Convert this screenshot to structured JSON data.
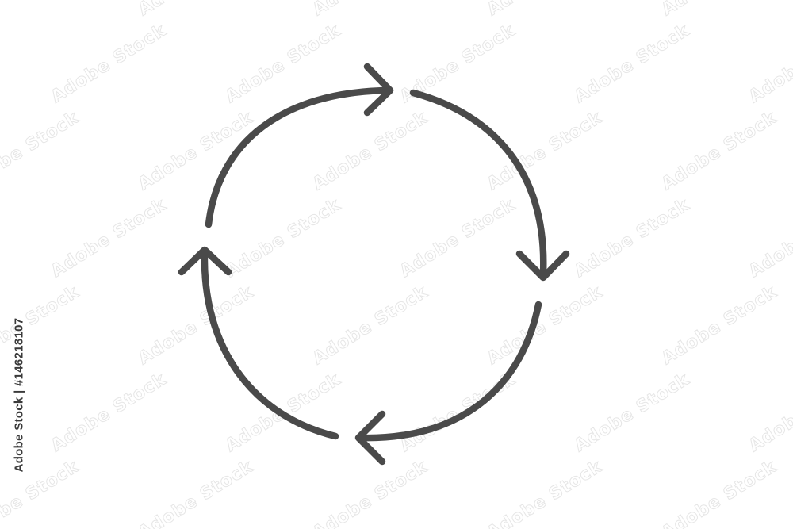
{
  "icon": {
    "name": "cycle-arrows-icon",
    "stroke_color": "#4a4a4a",
    "arrow_count": 4
  },
  "watermark": {
    "text": "Adobe Stock",
    "color": "#e6e6e6"
  },
  "stock_id": {
    "text": "Adobe Stock | #146218107"
  }
}
